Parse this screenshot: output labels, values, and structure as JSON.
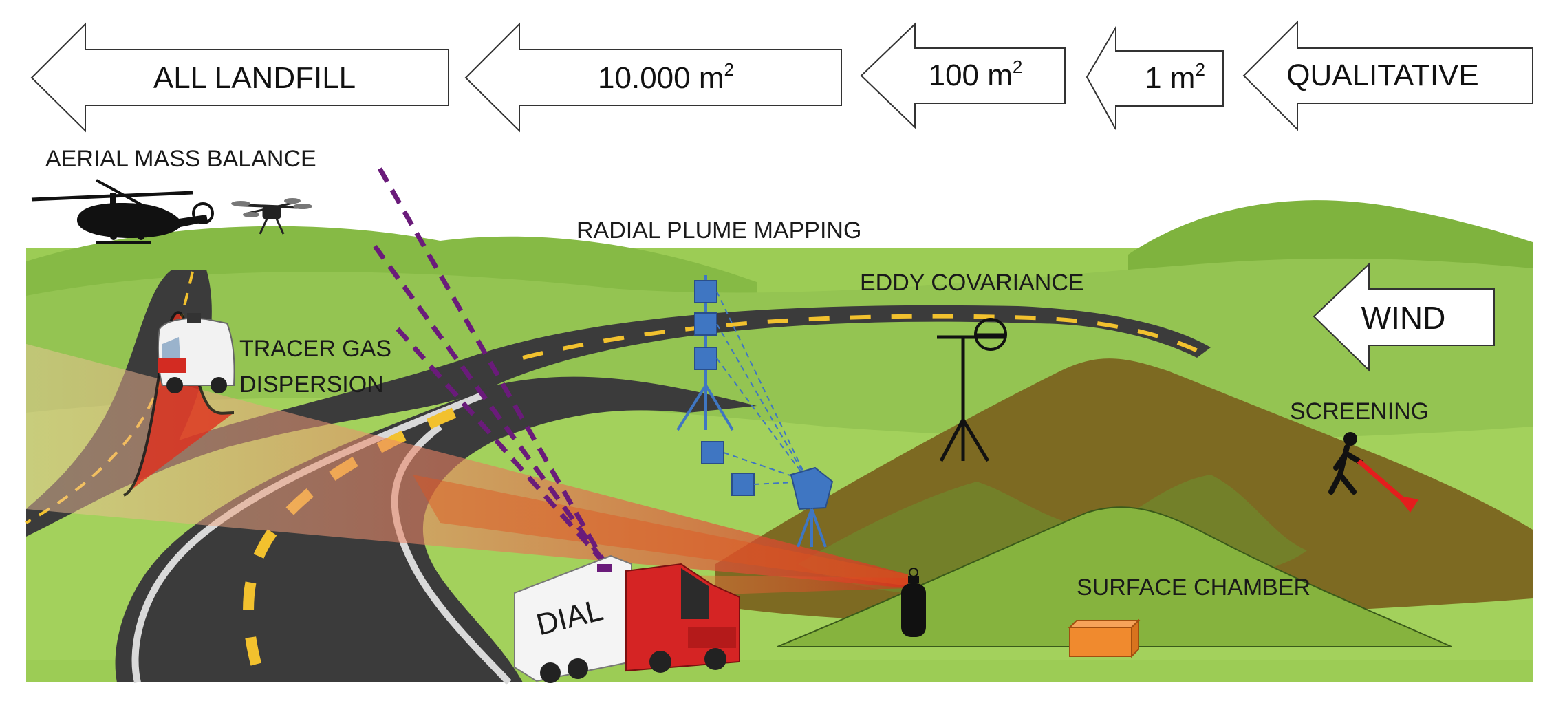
{
  "scale_arrows": [
    {
      "text": "ALL LANDFILL",
      "sup": ""
    },
    {
      "text": "10.000 m",
      "sup": "2"
    },
    {
      "text": "100 m",
      "sup": "2"
    },
    {
      "text": "1 m",
      "sup": "2"
    },
    {
      "text": "QUALITATIVE",
      "sup": ""
    }
  ],
  "wind_label": "WIND",
  "methods": {
    "aerial": "AERIAL MASS BALANCE",
    "tracer_line1": "TRACER GAS",
    "tracer_line2": "DISPERSION",
    "rpm": "RADIAL PLUME MAPPING",
    "eddy": "EDDY COVARIANCE",
    "screening": "SCREENING",
    "surface": "SURFACE CHAMBER",
    "dial": "DIAL"
  },
  "colors": {
    "sky": "#ffffff",
    "hill_far": "#7fb33e",
    "hill_mid": "#94c452",
    "ground": "#9ccc55",
    "landfill_mound": "#7d6a22",
    "road": "#3b3b3b",
    "road_stripe": "#f2c12e",
    "beam_red": "#e0301e",
    "laser_purple": "#6a1b7a",
    "rpm_blue": "#3f76c2",
    "chamber_orange": "#f08a2e"
  },
  "icons": [
    "helicopter-icon",
    "drone-icon",
    "van-icon",
    "truck-icon",
    "tripod-icon",
    "gas-cylinder-icon",
    "walking-person-icon"
  ]
}
